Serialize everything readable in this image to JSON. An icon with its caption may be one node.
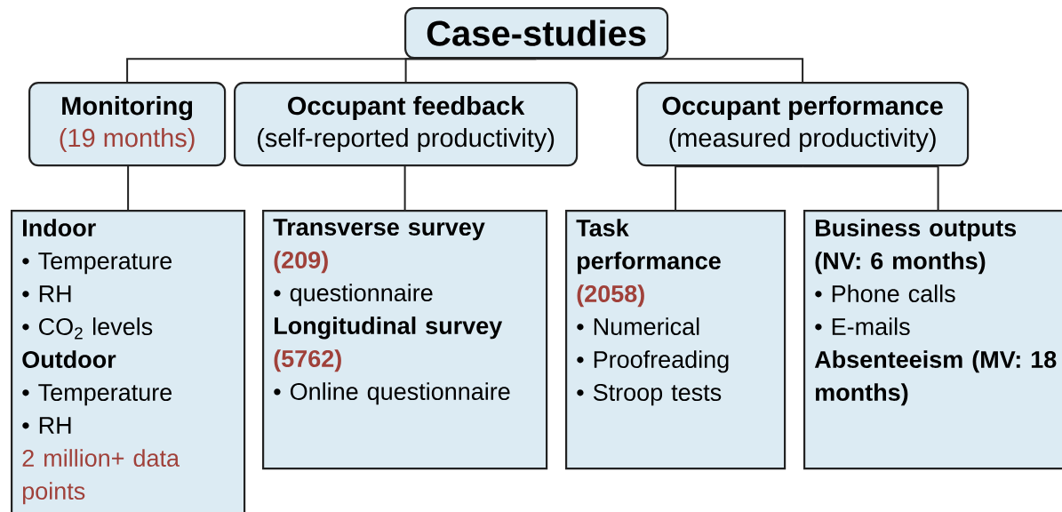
{
  "diagram": {
    "nodes": [
      {
        "text": [
          "Case-studies"
        ]
      },
      {
        "text": [
          "Monitoring",
          "(19 months)"
        ]
      },
      {
        "text": [
          "Occupant feedback",
          "(self-reported productivity)"
        ]
      },
      {
        "text": [
          "Occupant performance",
          "(measured productivity)"
        ]
      },
      {
        "text": [
          "Indoor",
          "• Temperature",
          "• RH",
          "• CO$_{2}$ levels",
          "Outdoor",
          "• Temperature",
          "• RH",
          "2 million+ data points"
        ]
      },
      {
        "text": [
          "Transverse survey",
          "(209)",
          "• questionnaire",
          "Longitudinal survey",
          "(5762)",
          "• Online questionnaire"
        ]
      },
      {
        "text": [
          "Task performance",
          "(2058)",
          "• Numerical",
          "• Proofreading",
          "• Stroop tests"
        ]
      },
      {
        "text": [
          "Business outputs (NV: 6 months)",
          "• Phone calls",
          "• E-mails",
          "Absenteeism (MV: 18 months)"
        ]
      }
    ],
    "edges": [
      {
        "from": 0,
        "to": 1,
        "arrow": "none"
      },
      {
        "from": 0,
        "to": 2,
        "arrow": "none"
      },
      {
        "from": 0,
        "to": 3,
        "arrow": "none"
      },
      {
        "from": 1,
        "to": 4,
        "arrow": "none"
      },
      {
        "from": 2,
        "to": 5,
        "arrow": "none"
      },
      {
        "from": 3,
        "to": 6,
        "arrow": "none"
      },
      {
        "from": 3,
        "to": 7,
        "arrow": "none"
      }
    ]
  }
}
